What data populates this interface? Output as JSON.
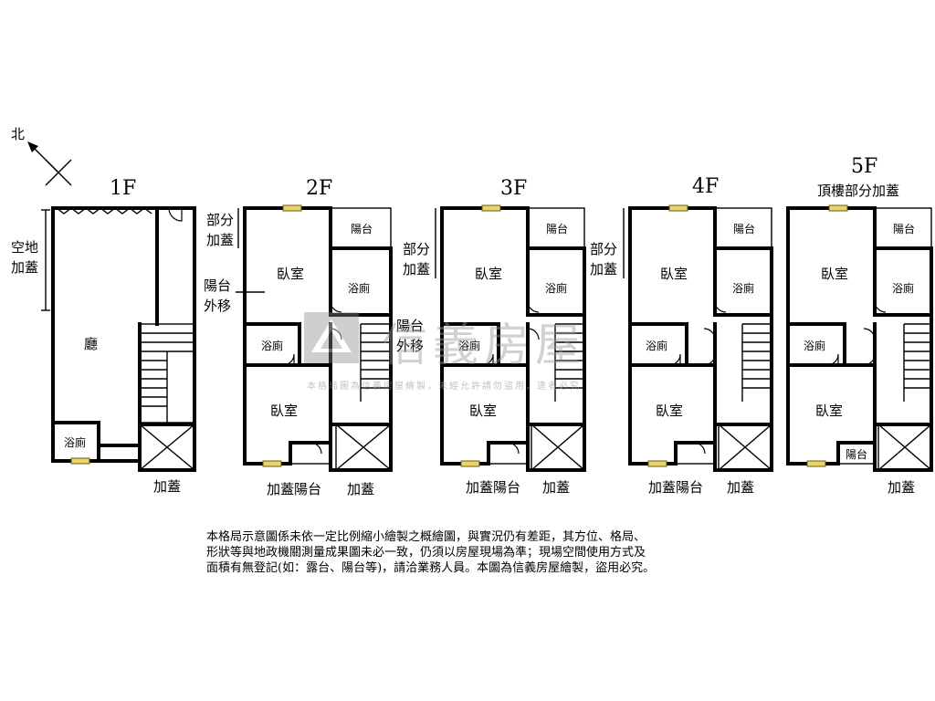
{
  "compass": {
    "label": "北"
  },
  "floors": [
    {
      "title": "1F",
      "side_note": "空地\n加蓋",
      "rooms": [
        "廳",
        "浴廁"
      ],
      "bottom_labels": [
        "加蓋"
      ]
    },
    {
      "title": "2F",
      "side_note": "部分\n加蓋",
      "side_note2": "陽台\n外移",
      "rooms": [
        "臥室",
        "陽台",
        "浴廁",
        "浴廁",
        "臥室"
      ],
      "bottom_labels": [
        "加蓋陽台",
        "加蓋"
      ]
    },
    {
      "title": "3F",
      "side_note": "部分\n加蓋",
      "side_note2": "陽台\n外移",
      "rooms": [
        "臥室",
        "陽台",
        "浴廁",
        "浴廁",
        "臥室"
      ],
      "bottom_labels": [
        "加蓋陽台",
        "加蓋"
      ]
    },
    {
      "title": "4F",
      "side_note": "部分\n加蓋",
      "rooms": [
        "臥室",
        "陽台",
        "浴廁",
        "浴廁",
        "臥室"
      ],
      "bottom_labels": [
        "加蓋陽台",
        "加蓋"
      ]
    },
    {
      "title": "5F",
      "subtitle": "頂樓部分加蓋",
      "rooms": [
        "臥室",
        "陽台",
        "浴廁",
        "浴廁",
        "臥室",
        "陽台"
      ],
      "bottom_labels": [
        "加蓋"
      ]
    }
  ],
  "watermark": {
    "main": "信義房屋",
    "sub": "本格局圖為信義房屋繪製，未經允許請勿盜用，違者必究"
  },
  "disclaimer": [
    "本格局示意圖係未依一定比例縮小繪製之概繪圖，與實況仍有差距，其方位、格局、",
    "形狀等與地政機關測量成果圖未必一致，仍須以房屋現場為準；現場空間使用方式及",
    "面積有無登記(如：露台、陽台等)，請洽業務人員。本圖為信義房屋繪製，盜用必究。"
  ],
  "colors": {
    "wall": "#000000",
    "window": "#e9d46a",
    "watermark": "#9a9a9a"
  }
}
